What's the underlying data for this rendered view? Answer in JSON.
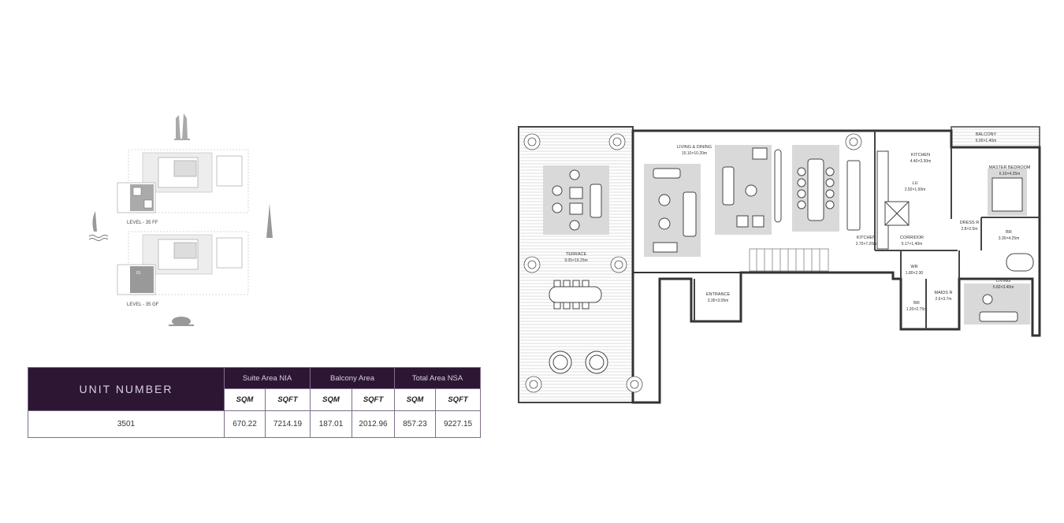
{
  "key_plan": {
    "levels": [
      {
        "label": "LEVEL - 35 FF",
        "marker": ""
      },
      {
        "label": "LEVEL - 35 GF",
        "marker": "01"
      }
    ]
  },
  "floor_plan": {
    "rooms": [
      {
        "name": "BALCONY",
        "size": "6.00×1.40m"
      },
      {
        "name": "LIVING & DINING",
        "size": "15.10×10.20m"
      },
      {
        "name": "KITCHEN",
        "size": "4.40×3.30m"
      },
      {
        "name": "LU",
        "size": "2.50×1.50m"
      },
      {
        "name": "MASTER BEDROOM",
        "size": "6.10×4.35m"
      },
      {
        "name": "DRESS R",
        "size": "2.8×2.5m"
      },
      {
        "name": "BR",
        "size": "3.30×4.25m"
      },
      {
        "name": "KITCHEN",
        "size": "2.70×7.20m"
      },
      {
        "name": "CORRIDOR",
        "size": "5.17×1.40m"
      },
      {
        "name": "TERRACE",
        "size": "9.05×19.25m"
      },
      {
        "name": "WR",
        "size": "1.80×2.30"
      },
      {
        "name": "ENTRANCE",
        "size": "3.35×3.05m"
      },
      {
        "name": "MAIDS R",
        "size": "2.6×3.7m"
      },
      {
        "name": "BR",
        "size": "1.20×2.75m"
      },
      {
        "name": "LIVING",
        "size": "5.60×3.40m"
      }
    ]
  },
  "area_table": {
    "unit_header": "UNIT NUMBER",
    "groups": [
      "Suite Area NIA",
      "Balcony Area",
      "Total Area NSA"
    ],
    "units": [
      "SQM",
      "SQFT"
    ],
    "rows": [
      {
        "unit": "3501",
        "values": [
          "670.22",
          "7214.19",
          "187.01",
          "2012.96",
          "857.23",
          "9227.15"
        ]
      }
    ]
  },
  "colors": {
    "table_header": "#2c1634",
    "table_border": "#7f6d8b",
    "furniture_zone": "#d9d9d9"
  }
}
